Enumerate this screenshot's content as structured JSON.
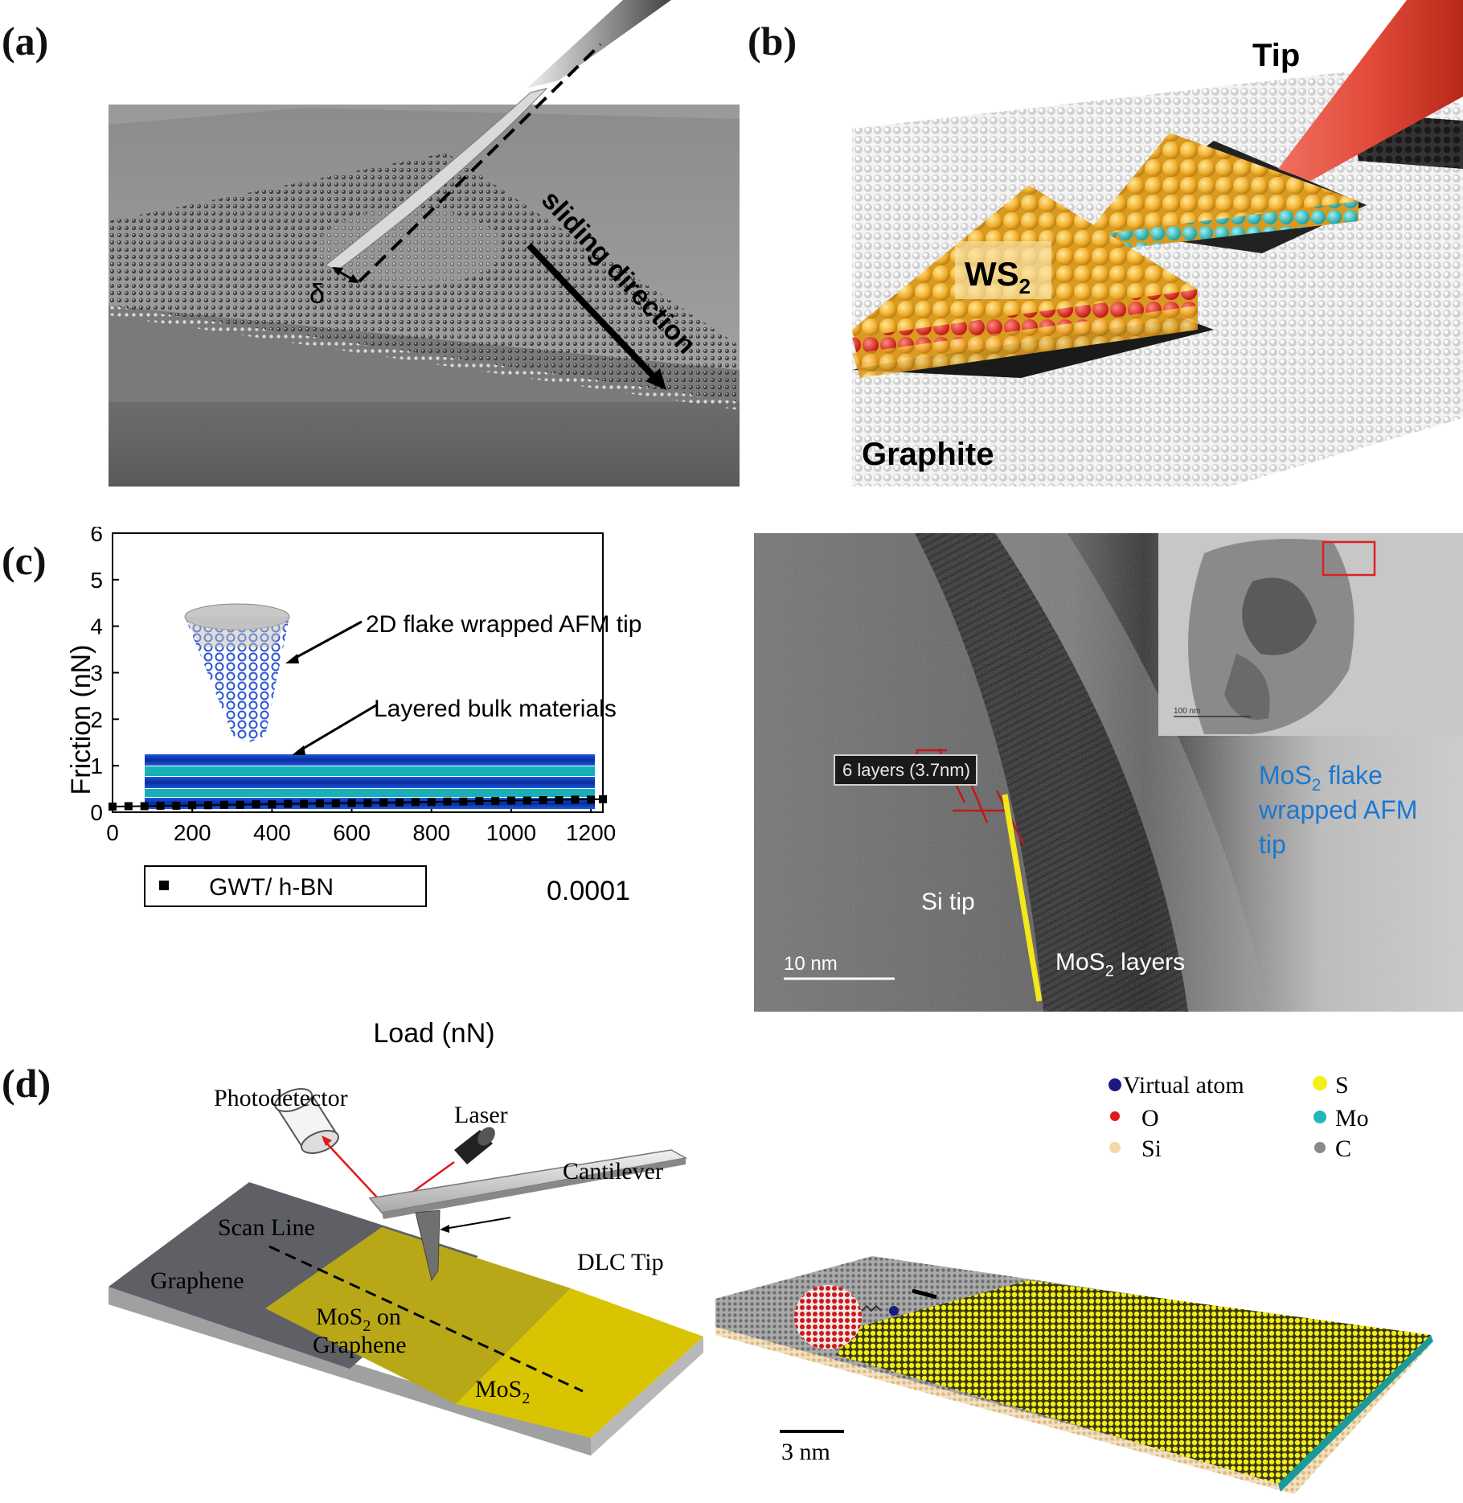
{
  "panel_labels": {
    "a": "(a)",
    "b": "(b)",
    "c": "(c)",
    "d": "(d)"
  },
  "panel_a": {
    "delta": "δ",
    "sliding": "sliding direction"
  },
  "panel_b": {
    "tip": "Tip",
    "ws2_main": "WS",
    "ws2_sub": "2",
    "graphite": "Graphite"
  },
  "panel_c_chart": {
    "ylabel": "Friction (nN)",
    "xlabel": "Load (nN)",
    "inset_tip_label": "2D flake wrapped AFM tip",
    "inset_bulk_label": "Layered bulk materials",
    "legend": "GWT/ h-BN",
    "annotation": "0.0001"
  },
  "panel_c_tem": {
    "layers_box": "6 layers (3.7nm)",
    "si_tip": "Si tip",
    "mos2_layers_main": "MoS",
    "mos2_layers_sub": "2",
    "mos2_layers_tail": " layers",
    "scale_main": "10 nm",
    "scale_inset": "100 nm",
    "flake_line1_main": "MoS",
    "flake_line1_sub": "2",
    "flake_line1_tail": " flake",
    "flake_line2": "wrapped AFM",
    "flake_line3": "tip"
  },
  "panel_d_schematic": {
    "photodetector": "Photodetector",
    "laser": "Laser",
    "cantilever": "Cantilever",
    "scan_line": "Scan Line",
    "dlc_tip": "DLC Tip",
    "graphene": "Graphene",
    "mos2_on_main": "MoS",
    "mos2_on_sub": "2",
    "mos2_on_tail": " on",
    "mos2_on_line2": "Graphene",
    "mos2_main": "MoS",
    "mos2_sub": "2"
  },
  "panel_d_sim": {
    "legend": [
      {
        "label": "Virtual atom",
        "color": "#1a1a80"
      },
      {
        "label": "S",
        "color": "#f2ef1a"
      },
      {
        "label": "O",
        "color": "#e01818"
      },
      {
        "label": "Mo",
        "color": "#20b8b8"
      },
      {
        "label": "Si",
        "color": "#f2d9a8"
      },
      {
        "label": "C",
        "color": "#8a8a8a"
      }
    ],
    "scale": "3 nm"
  },
  "chart_data": {
    "type": "scatter",
    "xlabel": "Load (nN)",
    "ylabel": "Friction (nN)",
    "xlim": [
      0,
      1230
    ],
    "ylim": [
      0,
      6
    ],
    "xticks": [
      0,
      200,
      400,
      600,
      800,
      1000,
      1200
    ],
    "yticks": [
      0,
      1,
      2,
      3,
      4,
      5,
      6
    ],
    "grid": false,
    "legend_position": "lower-left",
    "series": [
      {
        "name": "GWT/ h-BN",
        "x": [
          0,
          40,
          80,
          120,
          160,
          200,
          240,
          280,
          320,
          360,
          400,
          440,
          480,
          520,
          560,
          600,
          640,
          680,
          720,
          760,
          800,
          840,
          880,
          920,
          960,
          1000,
          1040,
          1080,
          1120,
          1160,
          1200,
          1230
        ],
        "y": [
          0.12,
          0.13,
          0.13,
          0.14,
          0.14,
          0.15,
          0.15,
          0.16,
          0.16,
          0.17,
          0.17,
          0.18,
          0.18,
          0.19,
          0.19,
          0.2,
          0.2,
          0.21,
          0.21,
          0.22,
          0.22,
          0.23,
          0.23,
          0.24,
          0.24,
          0.25,
          0.25,
          0.26,
          0.26,
          0.27,
          0.27,
          0.28
        ]
      }
    ],
    "fit_slope_label": "0.0001"
  }
}
